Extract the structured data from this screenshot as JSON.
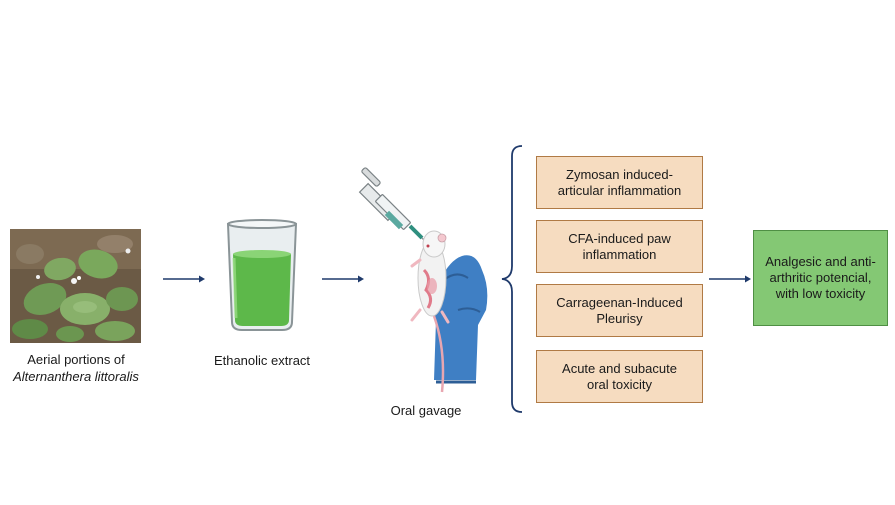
{
  "steps": {
    "plant_caption_line1": "Aerial portions of",
    "plant_caption_line2": "Alternanthera littoralis",
    "extract_caption": "Ethanolic extract",
    "gavage_caption": "Oral gavage"
  },
  "assays": [
    {
      "line1": "Zymosan induced-",
      "line2": "articular inflammation"
    },
    {
      "line1": "CFA-induced paw",
      "line2": "inflammation"
    },
    {
      "line1": "Carrageenan-Induced",
      "line2": "Pleurisy"
    },
    {
      "line1": "Acute and subacute",
      "line2": "oral toxicity"
    }
  ],
  "result": {
    "line1": "Analgesic and anti-",
    "line2": "arthritic potencial,",
    "line3": "with low toxicity"
  },
  "colors": {
    "arrow": "#1f3a6b",
    "assay_fill": "#f6dcc0",
    "assay_border": "#b07a45",
    "result_fill": "#84c874",
    "extract_green": "#5db84a",
    "glove_blue": "#3f7fc4"
  }
}
